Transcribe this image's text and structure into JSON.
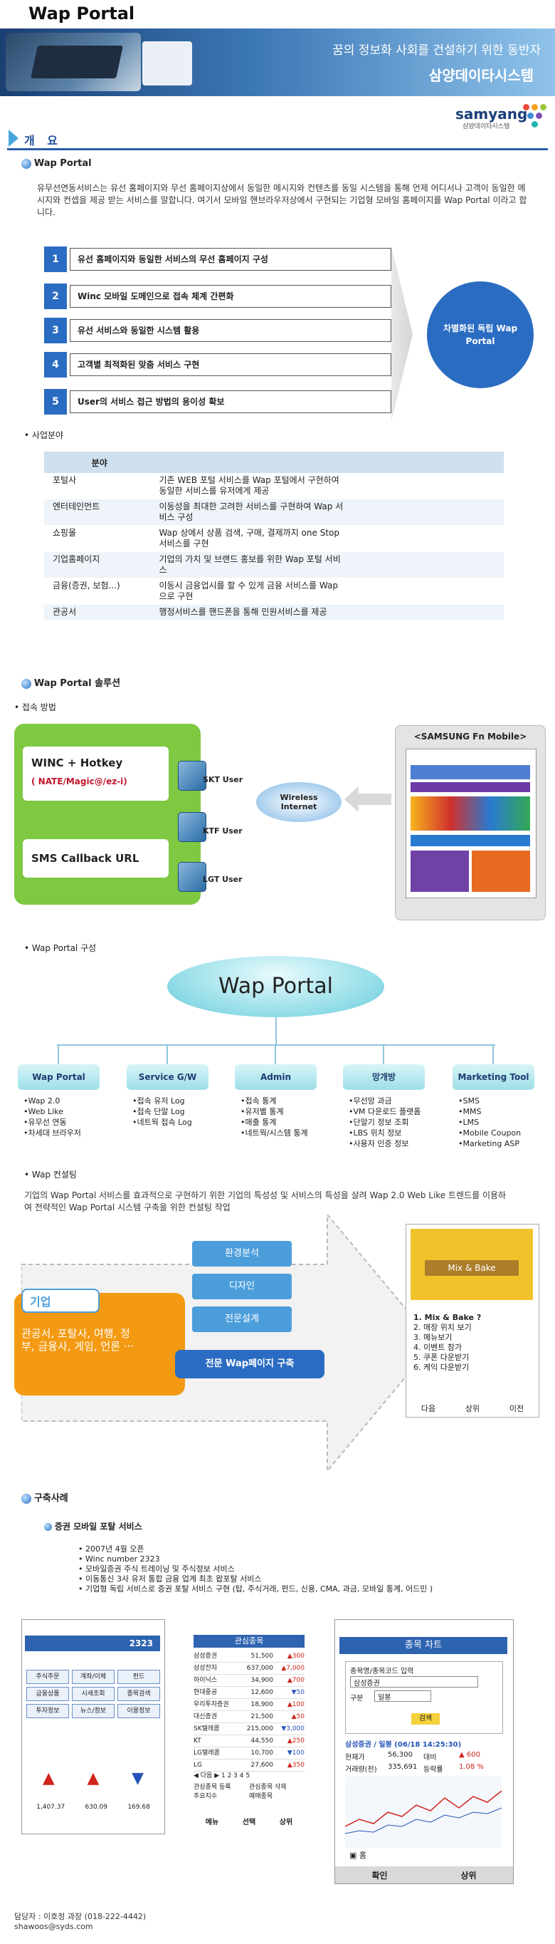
{
  "page_title": "Wap Portal",
  "banner": {
    "tagline1": "꿈의 정보화 사회를 건설하기 위한 동반자",
    "tagline2": "삼양데이타시스템"
  },
  "logo": {
    "word": "samyang",
    "sub": "삼양데이타시스템"
  },
  "section_overview": "개 요",
  "sub_wap_portal": "Wap Portal",
  "intro_text": "유무선연동서비스는 유선 홈페이지와 무선 홈페이지상에서 동일한 메시지와 컨텐츠를 동일 시스템을 통해 언제 어디서나 고객이 동일한 메시지와 컨셉을 제공 받는 서비스를 말합니다. 여기서 모바일 핸브라우저상에서 구현되는 기업형 모바일 홈페이지를 Wap Portal 이라고 합니다.",
  "steps": [
    {
      "num": "1",
      "label": "유선 홈페이지와 동일한 서비스의 무선 홈페이지 구성"
    },
    {
      "num": "2",
      "label": "Winc 모바일 도메인으로 접속 체계 간편화"
    },
    {
      "num": "3",
      "label": "유선 서비스와 동일한 시스템 활용"
    },
    {
      "num": "4",
      "label": "고객별 최적화된 맞춤 서비스 구현"
    },
    {
      "num": "5",
      "label": "User의 서비스 접근 방법의 용이성 확보"
    }
  ],
  "circle_text": "차별화된 독립 Wap Portal",
  "business_area_label": "사업분야",
  "table": {
    "header": "분야",
    "rows": [
      {
        "field": "포털사",
        "desc": "기존 WEB 포털 서비스를 Wap 포털에서 구현하여 동일한 서비스를 유저에게 제공"
      },
      {
        "field": "엔터테인먼트",
        "desc": "이동성을 최대한 고려한 서비스를 구현하여 Wap 서비스 구성"
      },
      {
        "field": "쇼핑몰",
        "desc": "Wap 상에서 상품 검색, 구매, 결제까지 one Stop 서비스를 구현"
      },
      {
        "field": "기업홈페이지",
        "desc": "기업의 가치 및 브랜드 홍보를 위한 Wap 포털 서비스"
      },
      {
        "field": "금융(증권, 보험...)",
        "desc": "이동시 금융업시를 할 수 있게 금융 서비스를 Wap 으로 구현"
      },
      {
        "field": "관공서",
        "desc": "행정서비스를 핸드폰을 통해 민원서비스를 제공"
      }
    ]
  },
  "sub_solution": "Wap Portal 솔루션",
  "access_label": "접속 방법",
  "access": {
    "winc": "WINC + Hotkey",
    "winc_sub": "( NATE/Magic@/ez-i)",
    "sms": "SMS Callback URL",
    "skt": "SKT User",
    "ktf": "KTF User",
    "lgt": "LGT User",
    "wireless": "Wireless Internet",
    "mobile_title": "<SAMSUNG Fn Mobile>"
  },
  "structure_label": "Wap Portal 구성",
  "oval_title": "Wap Portal",
  "categories": [
    {
      "title": "Wap Portal",
      "items": [
        "•Wap 2.0",
        "•Web Like",
        "•유무선 연동",
        "•차세대 브라우저"
      ]
    },
    {
      "title": "Service G/W",
      "items": [
        "•접속 유저 Log",
        "•접속 단말 Log",
        "•네트웍 접속 Log"
      ]
    },
    {
      "title": "Admin",
      "items": [
        "•접속 통계",
        "•유저별 통계",
        "•매출 통계",
        "•네트웍/시스템 통계"
      ]
    },
    {
      "title": "망개방",
      "items": [
        "•무선망 과금",
        "•VM 다운로드 플랫폼",
        "•단말기 정보 조회",
        "•LBS 위치 정보",
        "•사용자 인증 정보"
      ]
    },
    {
      "title": "Marketing Tool",
      "items": [
        "•SMS",
        "•MMS",
        "•LMS",
        "•Mobile Coupon",
        "•Marketing ASP"
      ]
    }
  ],
  "consult_label": "Wap 컨설팅",
  "consult_text": "기업의 Wap Portal 서비스를 효과적으로 구현하기 위한 기업의 특성성 및 서비스의 특성을 살려 Wap 2.0 Web Like 트렌드를 이용하여 전략적인 Wap Portal 시스템 구축을 위한 컨설팅 작업",
  "consult": {
    "company": "기업",
    "company_list": "관공서, 포탈사, 여행, 정부, 금융사, 게임, 언론 ···",
    "pills": [
      "환경분석",
      "디자인",
      "전문설계"
    ],
    "build": "전문 Wap페이지 구축",
    "phone_menu": [
      "1. Mix & Bake ?",
      "2. 매장 위치 보기",
      "3. 메뉴보기",
      "4. 이벤트 참가",
      "5. 쿠폰 다운받기",
      "6. 케익 다운받기"
    ],
    "phone_soft": [
      "다음",
      "상위",
      "이전"
    ],
    "brand": "Mix & Bake"
  },
  "cases_label": "구축사례",
  "case_title": "증권 모바일 포탈 서비스",
  "case_items": [
    "2007년 4월 오픈",
    "Winc number 2323",
    "모바일증권 주식 트레이닝 및 주식정보 서비스",
    "이동통신 3사 유저 통합 금융 업계 최초 왑포탈 서비스",
    "기업형 독립 서비스로 증권 포탈 서비스 구현 (탑, 주식거래, 펀드, 신용, CMA, 과금, 모바일 통계, 어드민 )"
  ],
  "thumb1": {
    "title": "2323",
    "rows": [
      "주식주문",
      "계좌/이체",
      "펀드",
      "금융상품",
      "시세조회",
      "종목검색",
      "투자정보",
      "뉴스/정보",
      "이용정보"
    ],
    "idx": [
      "1,407.37",
      "630.09",
      "169.68"
    ]
  },
  "thumb2": {
    "title": "관심종목",
    "rows": [
      {
        "name": "삼성증권",
        "price": "51,500",
        "chg": "▲300"
      },
      {
        "name": "삼성전자",
        "price": "637,000",
        "chg": "▲7,000"
      },
      {
        "name": "하이닉스",
        "price": "34,900",
        "chg": "▲700"
      },
      {
        "name": "현대중공",
        "price": "12,600",
        "chg": "▼50"
      },
      {
        "name": "우리투자증권",
        "price": "18,900",
        "chg": "▲100"
      },
      {
        "name": "대신증권",
        "price": "21,500",
        "chg": "▲50"
      },
      {
        "name": "SK텔레콤",
        "price": "215,000",
        "chg": "▼3,000"
      },
      {
        "name": "KT",
        "price": "44,550",
        "chg": "▲250"
      },
      {
        "name": "LG텔레콤",
        "price": "10,700",
        "chg": "▼100"
      },
      {
        "name": "LG",
        "price": "27,600",
        "chg": "▲350"
      }
    ],
    "pager": "◀ 다음 ▶ 1 2 3 4 5",
    "menu": [
      "관심종목 등록",
      "관심종목 삭제",
      "주요지수",
      "예매종목"
    ],
    "soft": [
      "메뉴",
      "선택",
      "상위"
    ]
  },
  "thumb3": {
    "title": "종목 차트",
    "search_label": "종목명/종목코드 입력",
    "search_value": "삼성증권",
    "type_label": "구분",
    "type_value": "일봉",
    "search_btn": "검색",
    "stock_line": "삼성증권 / 일봉 (06/18 14:25:30)",
    "cur_label": "현재가",
    "cur_val": "56,300",
    "diff_label": "대비",
    "diff_val": "▲ 600",
    "vol_label": "거래량(천)",
    "vol_val": "335,691",
    "rate_label": "등락률",
    "rate_val": "1.08 %",
    "home": "홈",
    "soft": [
      "확인",
      "상위"
    ]
  },
  "footer": {
    "line1": "담당자 : 이호정 과장 (018-222-4442)",
    "line2": "shawoos@syds.com"
  },
  "colors": {
    "primary_blue": "#2a6cc2",
    "green": "#7ec842",
    "orange": "#f39a12",
    "cyan": "#9ddfe8"
  }
}
